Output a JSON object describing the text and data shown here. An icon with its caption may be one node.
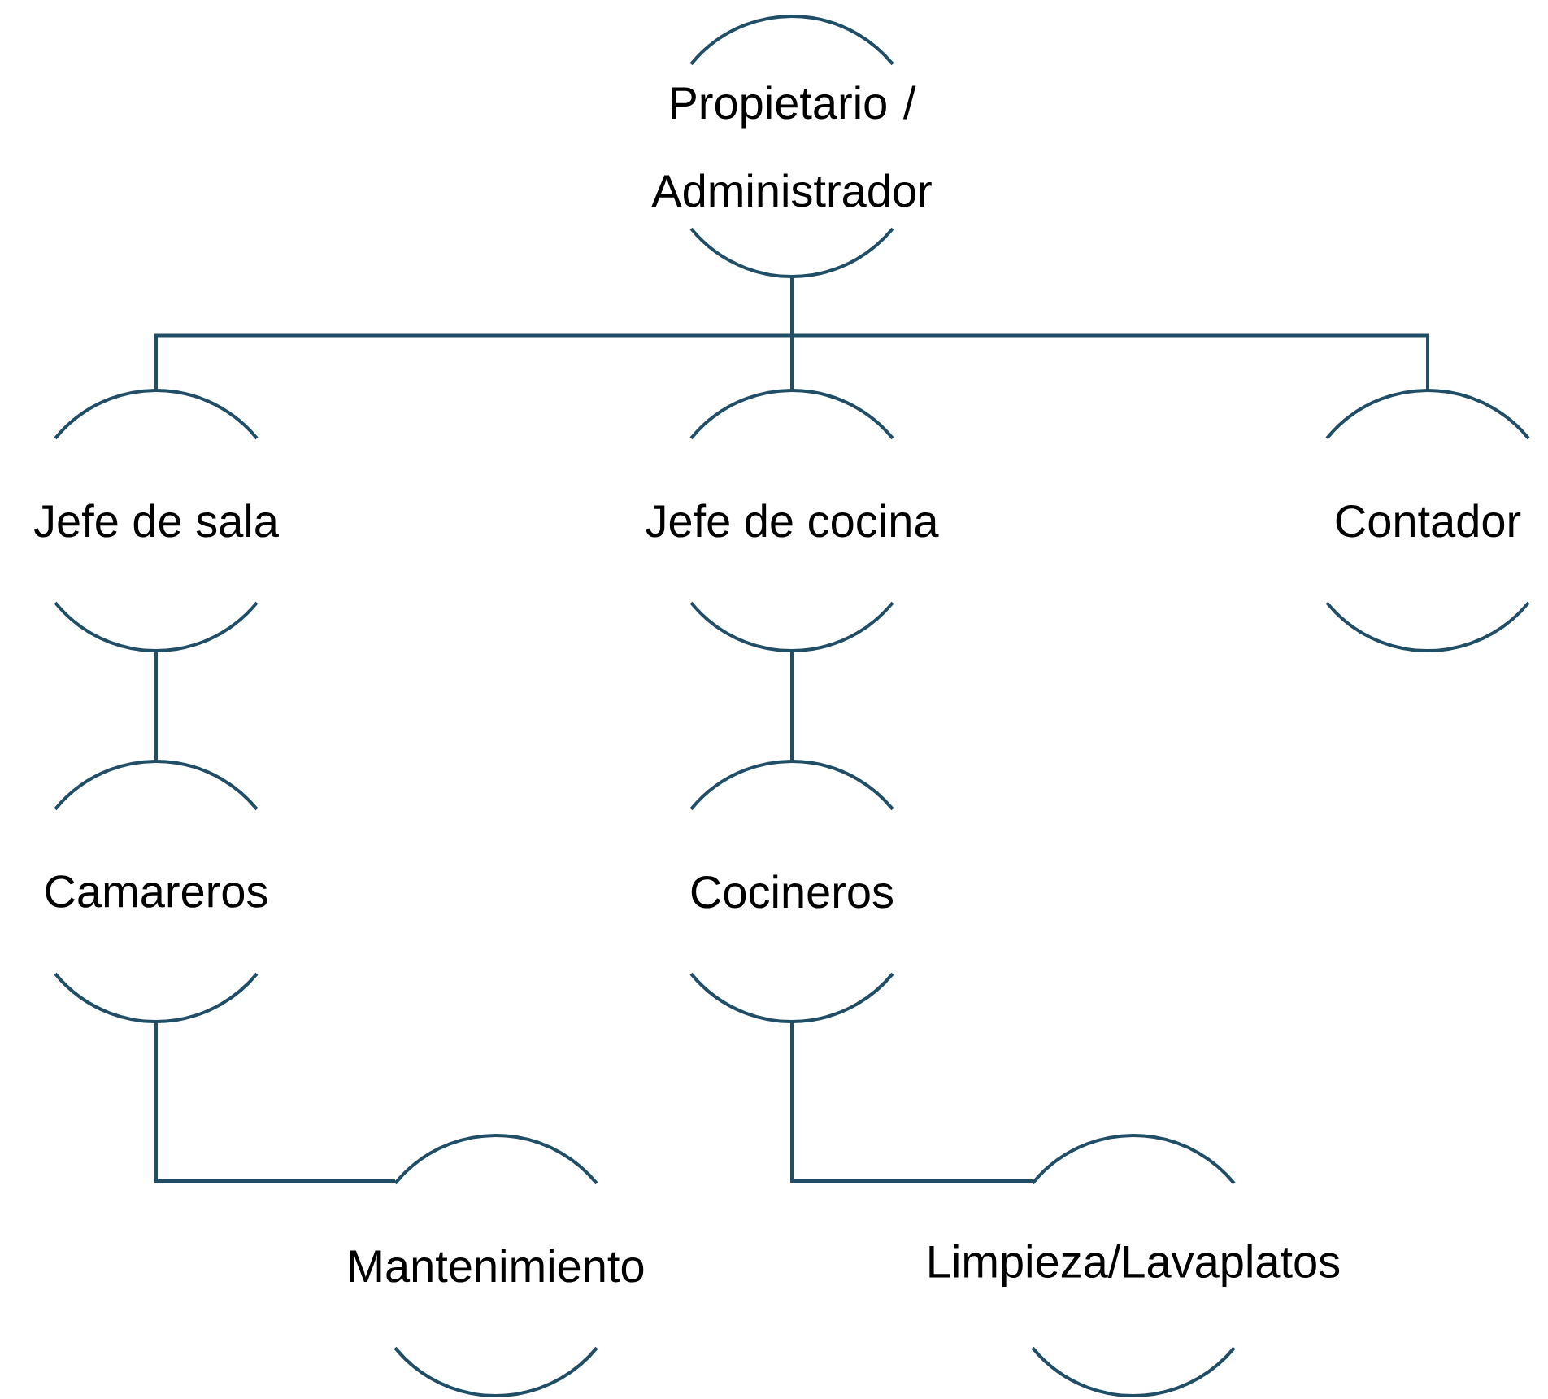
{
  "diagram": {
    "nodes": [
      {
        "text": [
          "Propietario / Administrador"
        ]
      },
      {
        "text": [
          "Jefe de sala"
        ]
      },
      {
        "text": [
          "Jefe de cocina"
        ]
      },
      {
        "text": [
          "Contador"
        ]
      },
      {
        "text": [
          "Camareros"
        ]
      },
      {
        "text": [
          "Cocineros"
        ]
      },
      {
        "text": [
          "Mantenimiento"
        ]
      },
      {
        "text": [
          "Limpieza/Lavaplatos"
        ]
      }
    ],
    "edges": [
      {
        "from": 0,
        "to": 1,
        "arrow": "none"
      },
      {
        "from": 0,
        "to": 2,
        "arrow": "none"
      },
      {
        "from": 0,
        "to": 3,
        "arrow": "none"
      },
      {
        "from": 1,
        "to": 4,
        "arrow": "none"
      },
      {
        "from": 2,
        "to": 5,
        "arrow": "none"
      },
      {
        "from": 4,
        "to": 6,
        "arrow": "none"
      },
      {
        "from": 5,
        "to": 7,
        "arrow": "none"
      }
    ]
  }
}
